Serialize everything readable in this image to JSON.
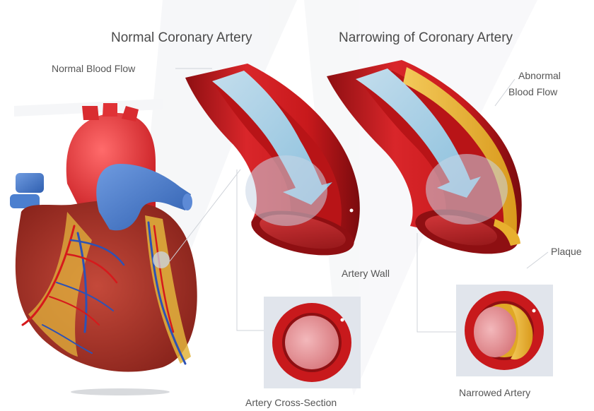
{
  "titles": {
    "normal": "Normal Coronary Artery",
    "narrowing": "Narrowing of Coronary Artery"
  },
  "labels": {
    "normal_blood_flow": "Normal Blood Flow",
    "abnormal_blood_flow_line1": "Abnormal",
    "abnormal_blood_flow_line2": "Blood Flow",
    "plaque": "Plaque",
    "artery_wall": "Artery Wall",
    "artery_cross_section": "Artery Cross-Section",
    "narrowed_artery": "Narrowed Artery"
  },
  "colors": {
    "artery_red": "#c8191c",
    "artery_dark": "#8e0f12",
    "blood_flow": "#a9dcf2",
    "plaque": "#e8b02e",
    "heart_muscle": "#b2362a",
    "aorta_red": "#e53535",
    "vessel_blue": "#3f77c9",
    "panel_bg": "#e1e5ec"
  }
}
